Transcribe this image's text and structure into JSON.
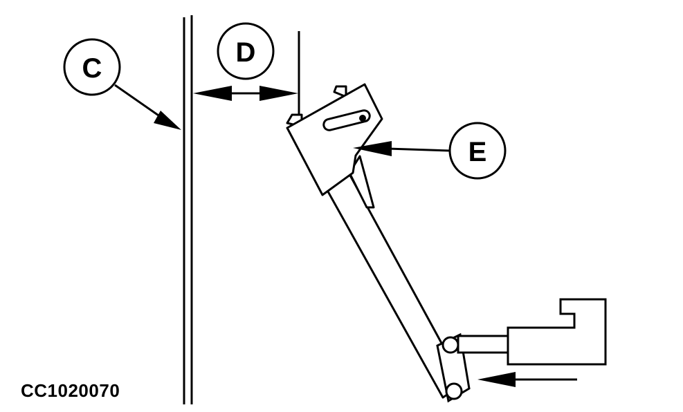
{
  "figure_id": "CC1020070",
  "callouts": {
    "c": "C",
    "d": "D",
    "e": "E"
  },
  "colors": {
    "line": "#000000",
    "background": "#ffffff"
  }
}
